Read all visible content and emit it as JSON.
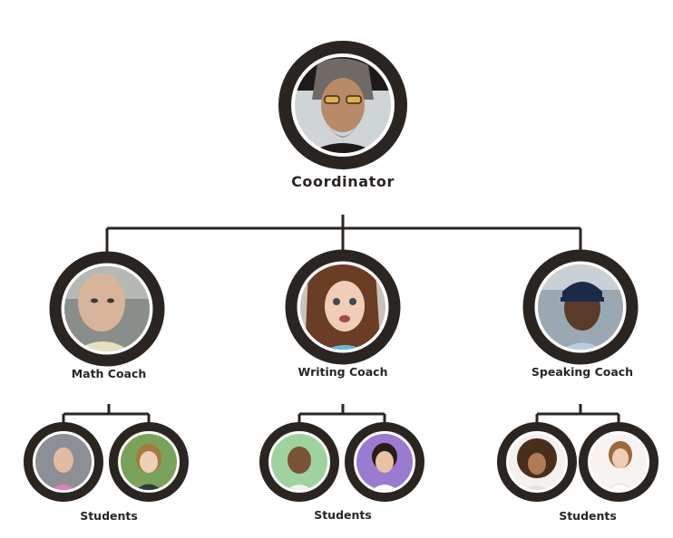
{
  "coordinator": {
    "label": "Coordinator",
    "photo": "man-portrait"
  },
  "coaches": [
    {
      "label": "Math Coach",
      "photo": "man-portrait",
      "students_label": "Students",
      "students": [
        {
          "photo": "girl-portrait"
        },
        {
          "photo": "child-portrait"
        }
      ]
    },
    {
      "label": "Writing Coach",
      "photo": "woman-portrait",
      "students_label": "Students",
      "students": [
        {
          "photo": "boy-portrait"
        },
        {
          "photo": "girl-portrait"
        }
      ]
    },
    {
      "label": "Speaking Coach",
      "photo": "man-in-cap-portrait",
      "students_label": "Students",
      "students": [
        {
          "photo": "girl-portrait"
        },
        {
          "photo": "girl-portrait"
        }
      ]
    }
  ],
  "colors": {
    "ring": "#2b2522",
    "line": "#2b2522",
    "text": "#2b2522"
  }
}
